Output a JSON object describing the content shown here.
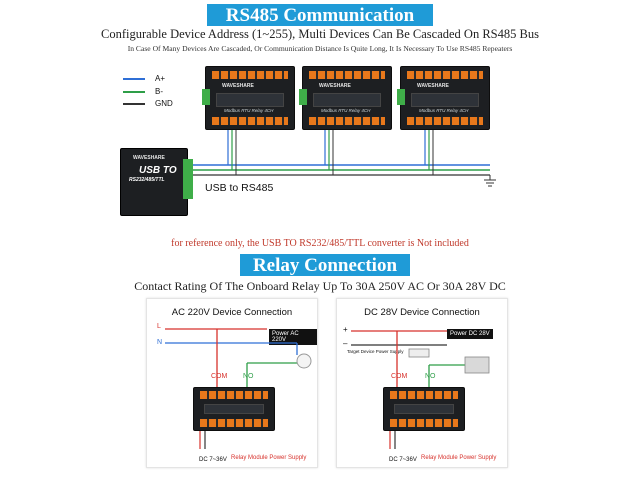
{
  "section1": {
    "title": "RS485 Communication",
    "subtitle": "Configurable Device Address (1~255), Multi Devices Can Be Cascaded On RS485 Bus",
    "note": "In Case Of Many Devices Are Cascaded, Or Communication Distance Is Quite Long, It Is Necessary To Use RS485 Repeaters",
    "legend": [
      {
        "label": "A+",
        "color": "#2f6fd6"
      },
      {
        "label": "B-",
        "color": "#2e9e48"
      },
      {
        "label": "GND",
        "color": "#333333"
      }
    ],
    "usb_converter": {
      "line1": "USB TO",
      "line2": "RS232/485/TTL",
      "logo": "WAVESHARE"
    },
    "usb_label": "USB to RS485",
    "module_logo": "WAVESHARE",
    "module_label": "Modbus RTU Relay 4CH",
    "reference_note": "for reference only, the USB TO RS232/485/TTL converter is Not included"
  },
  "section2": {
    "title": "Relay Connection",
    "subtitle": "Contact Rating Of The Onboard Relay Up To 30A 250V AC Or 30A 28V DC",
    "panels": [
      {
        "title": "AC 220V Device Connection",
        "supply": "Power AC 220V",
        "line_l": "L",
        "line_n": "N",
        "com": "COM",
        "no": "NO",
        "dc_input": "DC 7~36V",
        "module_supply": "Relay Module Power Supply"
      },
      {
        "title": "DC 28V Device Connection",
        "supply": "Power DC 28V",
        "plus": "+",
        "minus": "–",
        "target_supply": "Target Device Power Supply",
        "com": "COM",
        "no": "NO",
        "dc_input": "DC 7~36V",
        "module_supply": "Relay Module Power Supply"
      }
    ]
  },
  "colors": {
    "banner": "#1f9bd7",
    "red_wire": "#d7322c",
    "blue_wire": "#2f6fd6",
    "green_wire": "#2e9e48",
    "terminal_orange": "#e8781b",
    "module_body": "#1d1f22"
  }
}
